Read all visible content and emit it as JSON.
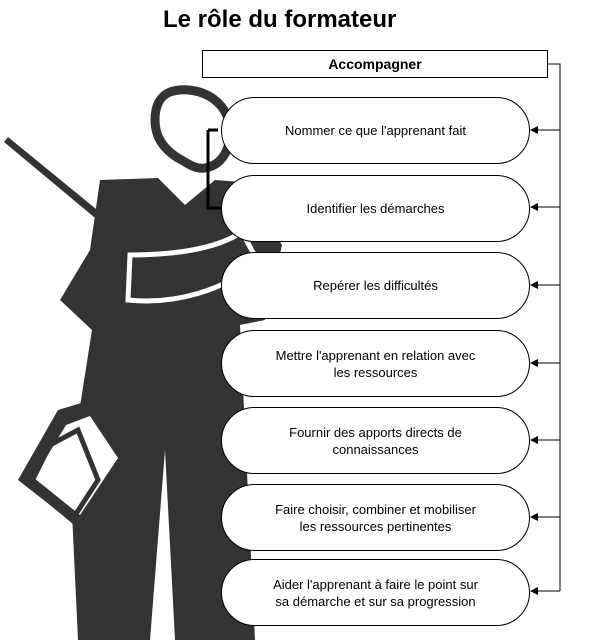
{
  "title": "Le rôle du formateur",
  "header": {
    "label": "Accompagner"
  },
  "items": [
    {
      "label": "Nommer ce que l'apprenant fait"
    },
    {
      "label": "Identifier les démarches"
    },
    {
      "label": "Repérer les difficultés"
    },
    {
      "label": "Mettre l'apprenant en relation avec\nles ressources"
    },
    {
      "label": "Fournir des apports directs de\nconnaissances"
    },
    {
      "label": "Faire choisir, combiner et mobiliser\nles ressources pertinentes"
    },
    {
      "label": "Aider l'apprenant à faire le point sur\nsa démarche et sur sa progression"
    }
  ],
  "colors": {
    "figure": "#333333",
    "line": "#000000",
    "background": "#ffffff"
  }
}
